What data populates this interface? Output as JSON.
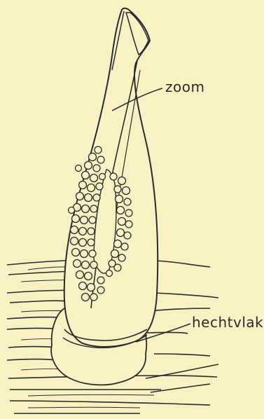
{
  "background_color": "#f7f1c4",
  "ink_color": "#2a2a2a",
  "labels": {
    "zoom": "zoom",
    "attachment": "hechtvlak"
  },
  "icons": [
    "leaf-margin-shape",
    "egg-cluster",
    "stem-strands",
    "attachment-disc"
  ]
}
